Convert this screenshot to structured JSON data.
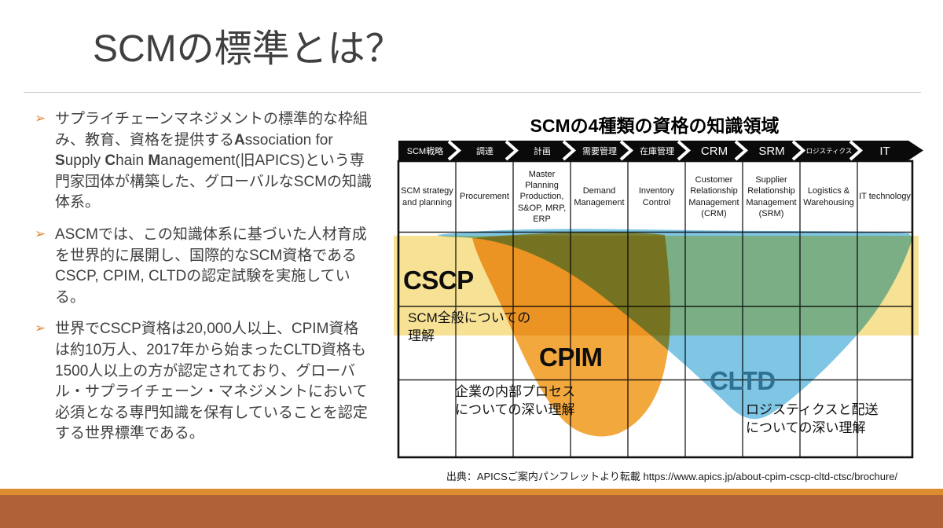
{
  "slide_title": "SCMの標準とは？",
  "bullets": {
    "marker": "➢",
    "b1": {
      "p1": "サプライチェーンマネジメントの標準的な枠組み、教育、資格を提供する",
      "p2": "A",
      "p3": "ssociation for ",
      "p4": "S",
      "p5": "upply ",
      "p6": "C",
      "p7": "hain ",
      "p8": "M",
      "p9": "anagement(旧APICS)という専門家団体が構築した、グローバルなSCMの知識体系。"
    },
    "b2": "ASCMでは、この知識体系に基づいた人材育成を世界的に展開し、国際的なSCM資格であるCSCP, CPIM, CLTDの認定試験を実施している。",
    "b3": "世界でCSCP資格は20,000人以上、CPIM資格は約10万人、2017年から始まったCLTD資格も1500人以上の方が認定されており、グローバル・サプライチェーン・マネジメントにおいて必須となる専門知識を保有していることを認定する世界標準である。"
  },
  "diagram": {
    "title": "SCMの4種類の資格の知識領域",
    "headers": [
      "SCM戦略",
      "調達",
      "計画",
      "需要管理",
      "在庫管理",
      "CRM",
      "SRM",
      "ロジスティクス",
      "IT"
    ],
    "cells": [
      "SCM strategy and planning",
      "Procurement",
      "Master Planning Production, S&OP, MRP, ERP",
      "Demand Management",
      "Inventory Control",
      "Customer Relationship Management (CRM)",
      "Supplier Relationship Management (SRM)",
      "Logistics & Warehousing",
      "IT technology"
    ],
    "certifications": {
      "cscp": "CSCP",
      "cscp_caption1": "SCM全般についての",
      "cscp_caption2": "理解",
      "cpim": "CPIM",
      "cpim_caption1": "企業の内部プロセス",
      "cpim_caption2": "についての深い理解",
      "cltd": "CLTD",
      "cltd_caption1": "ロジスティクスと配送",
      "cltd_caption2": "についての深い理解"
    },
    "colors": {
      "cscp_band": "#F7E194",
      "cpim_blob": "#F3A83E",
      "cltd_blob": "#7FC5E4",
      "cltd_text": "#2E7192",
      "arrow_band": "#0A0A0A"
    }
  },
  "source_note": "出典：APICSご案内パンフレットより転載  https://www.apics.jp/about-cpim-cscp-cltd-ctsc/brochure/",
  "footer": {
    "stripe_color": "#DD8C2F",
    "band_color": "#AF6137",
    "bullet_marker_color": "#E0883B"
  }
}
